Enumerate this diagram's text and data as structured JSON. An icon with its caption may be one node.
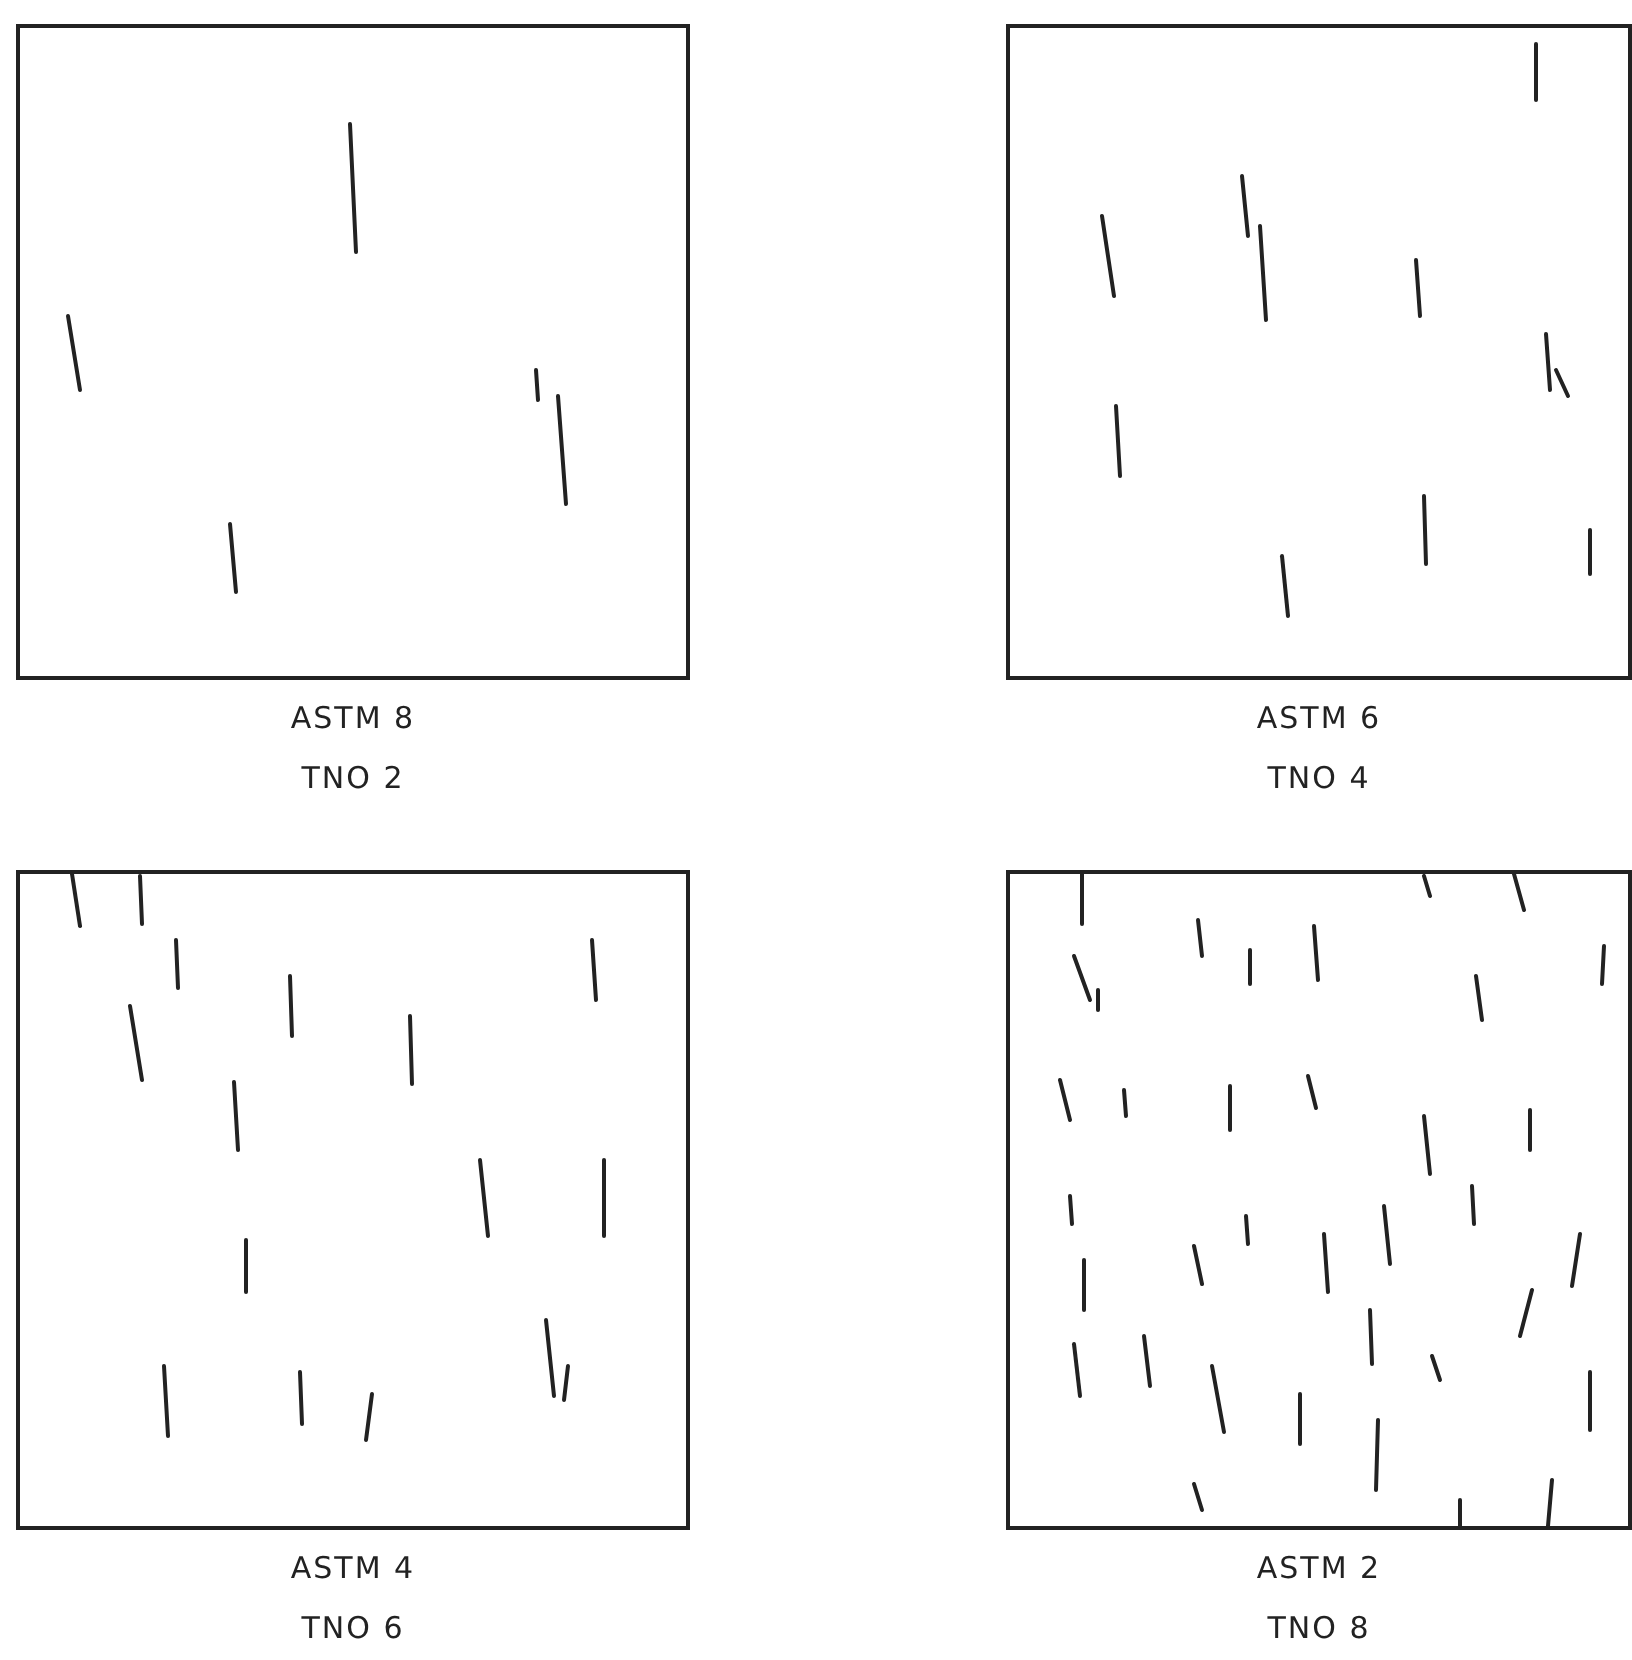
{
  "diagram": {
    "nodes": [
      {
        "text": [
          "ASTM 8",
          "TNO 2"
        ]
      },
      {
        "text": [
          "ASTM 6",
          "TNO 4"
        ]
      },
      {
        "text": [
          "ASTM 4",
          "TNO 6"
        ]
      },
      {
        "text": [
          "ASTM 2",
          "TNO 8"
        ]
      }
    ]
  }
}
